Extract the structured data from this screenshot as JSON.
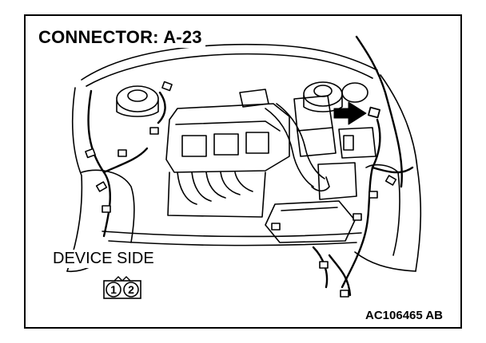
{
  "diagram": {
    "title": "CONNECTOR: A-23",
    "device_label": "DEVICE SIDE",
    "connector_pins": [
      "1",
      "2"
    ],
    "reference_code": "AC106465 AB"
  },
  "colors": {
    "line": "#000000",
    "background": "#ffffff"
  }
}
